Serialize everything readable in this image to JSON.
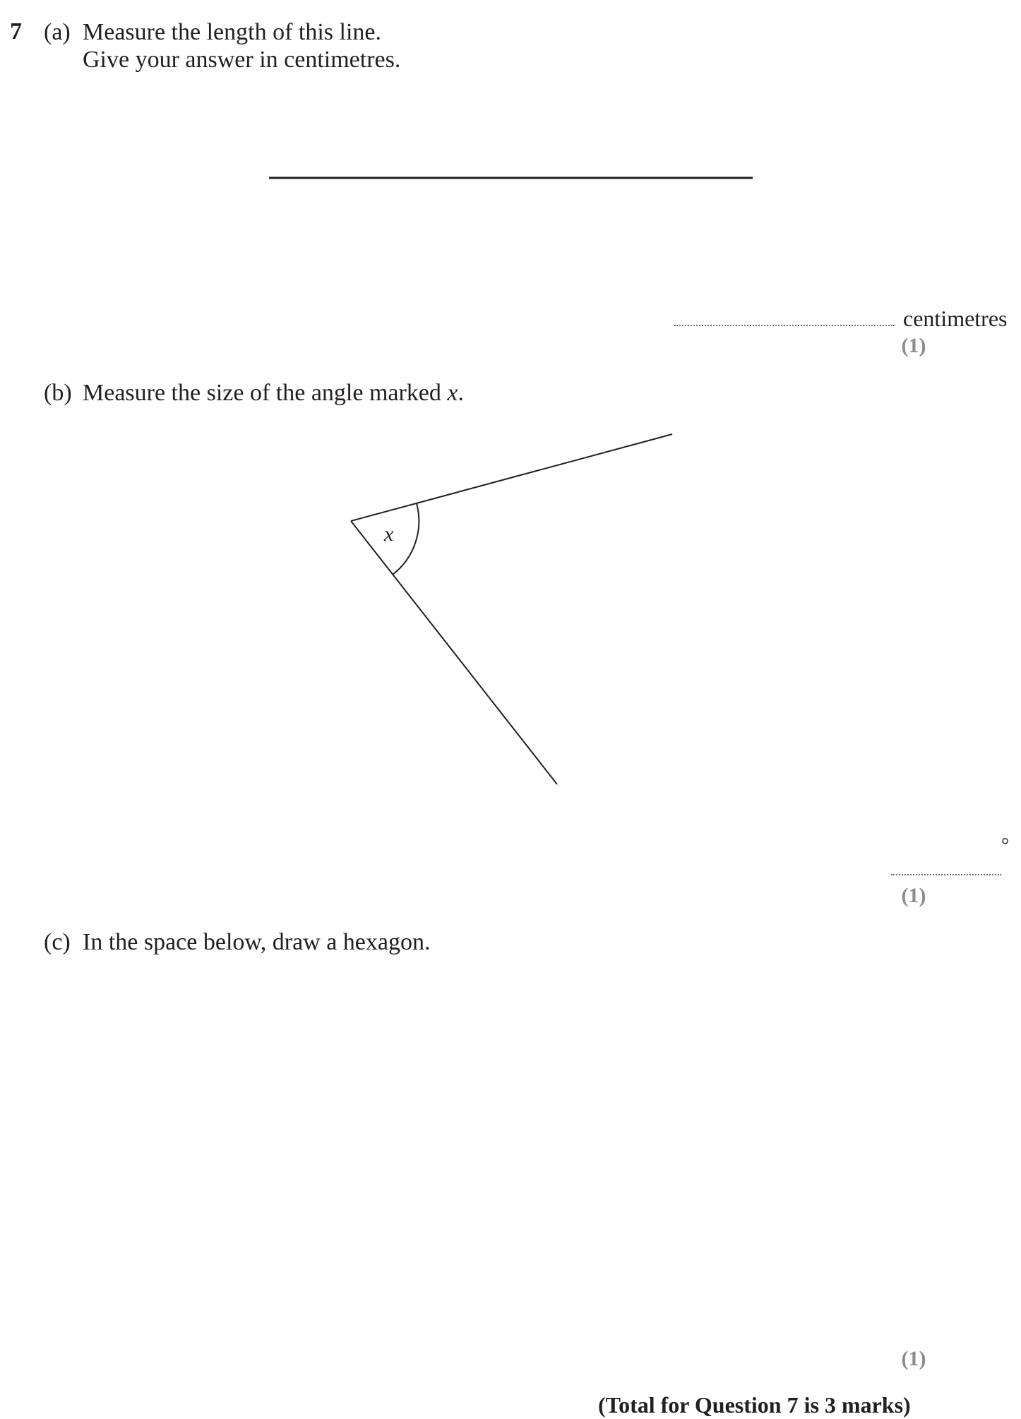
{
  "question": {
    "number": "7",
    "part_a": {
      "label": "(a)",
      "line1": "Measure the length of this line.",
      "line2": "Give your answer in centimetres.",
      "answer_units": "centimetres",
      "marks": "(1)"
    },
    "part_b": {
      "label": "(b)",
      "text_before": "Measure the size of the angle marked ",
      "variable": "x",
      "text_after": ".",
      "angle_label": "x",
      "answer_units": "°",
      "marks": "(1)"
    },
    "part_c": {
      "label": "(c)",
      "text": "In the space below, draw a hexagon.",
      "marks": "(1)"
    },
    "total": "(Total for Question 7 is 3 marks)"
  }
}
